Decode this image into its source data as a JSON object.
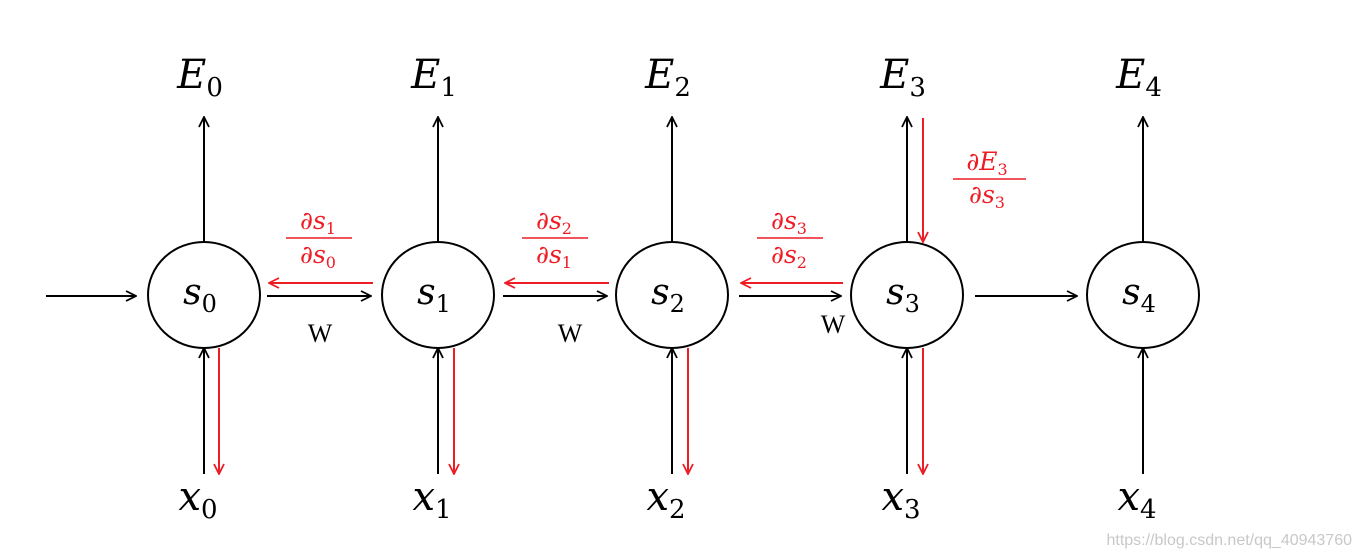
{
  "nodes": [
    {
      "label": "s",
      "sub": "0"
    },
    {
      "label": "s",
      "sub": "1"
    },
    {
      "label": "s",
      "sub": "2"
    },
    {
      "label": "s",
      "sub": "3"
    },
    {
      "label": "s",
      "sub": "4"
    }
  ],
  "outputs": [
    {
      "label": "E",
      "sub": "0"
    },
    {
      "label": "E",
      "sub": "1"
    },
    {
      "label": "E",
      "sub": "2"
    },
    {
      "label": "E",
      "sub": "3"
    },
    {
      "label": "E",
      "sub": "4"
    }
  ],
  "inputs": [
    {
      "label": "x",
      "sub": "0"
    },
    {
      "label": "x",
      "sub": "1"
    },
    {
      "label": "x",
      "sub": "2"
    },
    {
      "label": "x",
      "sub": "3"
    },
    {
      "label": "x",
      "sub": "4"
    }
  ],
  "weight_labels": [
    "W",
    "W",
    "W"
  ],
  "gradients": [
    {
      "num": "∂s",
      "num_sub": "1",
      "den": "∂s",
      "den_sub": "0"
    },
    {
      "num": "∂s",
      "num_sub": "2",
      "den": "∂s",
      "den_sub": "1"
    },
    {
      "num": "∂s",
      "num_sub": "3",
      "den": "∂s",
      "den_sub": "2"
    }
  ],
  "output_gradient": {
    "num": "∂E",
    "num_sub": "3",
    "den": "∂s",
    "den_sub": "3"
  },
  "watermark": "https://blog.csdn.net/qq_40943760",
  "colors": {
    "line": "#000000",
    "gradient": "#ee1c25",
    "watermark": "#c8c8c8"
  }
}
